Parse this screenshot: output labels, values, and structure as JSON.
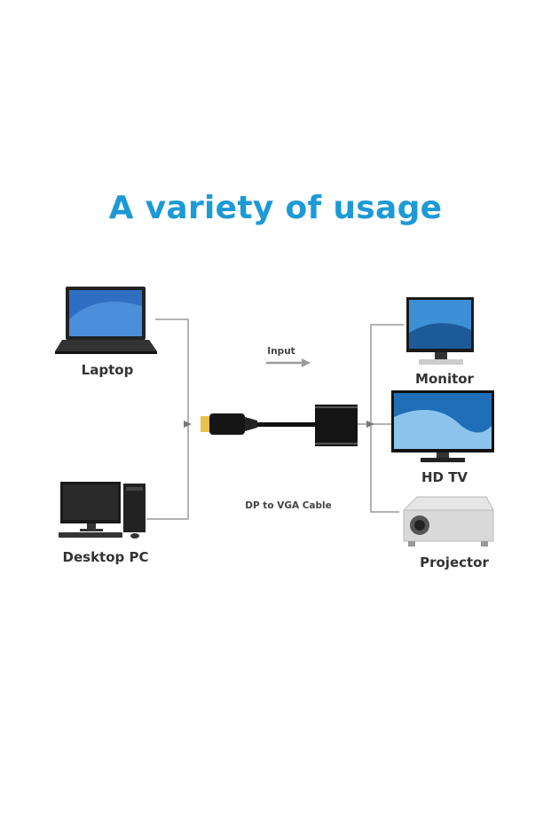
{
  "title": "A variety of usage",
  "sources": {
    "laptop": "Laptop",
    "desktop": "Desktop PC"
  },
  "cable": {
    "direction_label": "Input",
    "name": "DP to VGA Cable"
  },
  "outputs": {
    "monitor": "Monitor",
    "hdtv": "HD TV",
    "projector": "Projector"
  },
  "colors": {
    "title": "#1d9ad6",
    "line": "#9a9a9a",
    "screen": "#1f6fb8"
  }
}
